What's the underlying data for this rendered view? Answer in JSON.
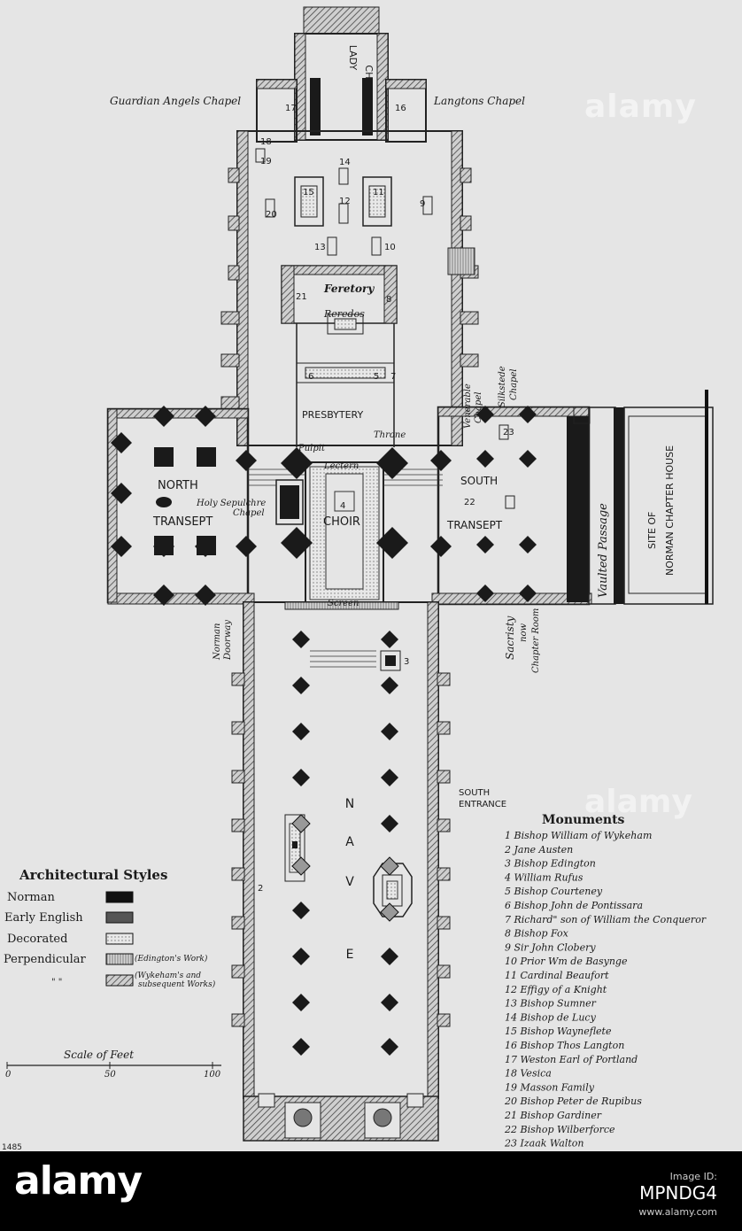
{
  "chapels": {
    "lady_chapel_line1": "LADY",
    "lady_chapel_line2": "CHAPEL",
    "guardian_angels": "Guardian Angels Chapel",
    "langtons": "Langtons Chapel",
    "venerable": "Venerable",
    "venerable_2": "Chapel",
    "silkstede": "Silkstede",
    "silkstede_2": "Chapel"
  },
  "areas": {
    "feretory": "Feretory",
    "reredos": "Reredos",
    "presbytery": "PRESBYTERY",
    "throne": "Throne",
    "pulpit": "Pulpit",
    "lectern": "Lectern",
    "north": "NORTH",
    "transept_n": "TRANSEPT",
    "south": "SOUTH",
    "transept_s": "TRANSEPT",
    "holy_sepulchre_1": "Holy Sepulchre",
    "holy_sepulchre_2": "Chapel",
    "choir": "CHOIR",
    "screen": "Screen",
    "norman_doorway_1": "Norman",
    "norman_doorway_2": "Doorway",
    "sacristy_1": "Sacristy",
    "sacristy_2": "now",
    "sacristy_3": "Chapter Room",
    "vaulted_passage": "Vaulted Passage",
    "chapter_house_1": "SITE OF",
    "chapter_house_2": "NORMAN CHAPTER HOUSE",
    "south_entrance_1": "SOUTH",
    "south_entrance_2": "ENTRANCE",
    "nave_letters": [
      "N",
      "A",
      "V",
      "E"
    ]
  },
  "plan_numbers": [
    "17",
    "16",
    "18",
    "19",
    "14",
    "15",
    "12",
    "11",
    "20",
    "9",
    "13",
    "10",
    "21",
    "8",
    "6",
    "5",
    "7",
    "23",
    "4",
    "22",
    "3",
    "2"
  ],
  "legend": {
    "title": "Architectural Styles",
    "norman": "Norman",
    "early_english": "Early English",
    "decorated": "Decorated",
    "perpendicular": "Perpendicular",
    "ditto": "\"   \"",
    "edington_note": "(Edington's Work)",
    "wykeham_note_1": "(Wykeham's and",
    "wykeham_note_2": "subsequent Works)",
    "colors": {
      "norman": "#111111",
      "early_english": "#555555",
      "decorated": "#d9d9d9",
      "perpendicular": "#bdbdbd"
    }
  },
  "scale": {
    "title": "Scale of Feet",
    "ticks": [
      "0",
      "50",
      "100"
    ]
  },
  "monuments": {
    "title": "Monuments",
    "items": [
      "1 Bishop William of Wykeham",
      "2 Jane Austen",
      "3 Bishop Edington",
      "4 William Rufus",
      "5 Bishop Courteney",
      "6 Bishop John de Pontissara",
      "7 Richard\" son of William the Conqueror",
      "8 Bishop Fox",
      "9 Sir John Clobery",
      "10 Prior Wm de Basynge",
      "11 Cardinal Beaufort",
      "12 Effigy of a Knight",
      "13 Bishop Sumner",
      "14 Bishop de Lucy",
      "15 Bishop Wayneflete",
      "16 Bishop Thos Langton",
      "17 Weston Earl of Portland",
      "18 Vesica",
      "19 Masson Family",
      "20 Bishop Peter de Rupibus",
      "21 Bishop Gardiner",
      "22 Bishop Wilberforce",
      "23 Izaak Walton"
    ]
  },
  "plate_number": "1485",
  "watermark": "alamy",
  "footer": {
    "brand": "alamy",
    "image_id_label": "Image ID:",
    "image_id": "MPNDG4",
    "url": "www.alamy.com"
  }
}
